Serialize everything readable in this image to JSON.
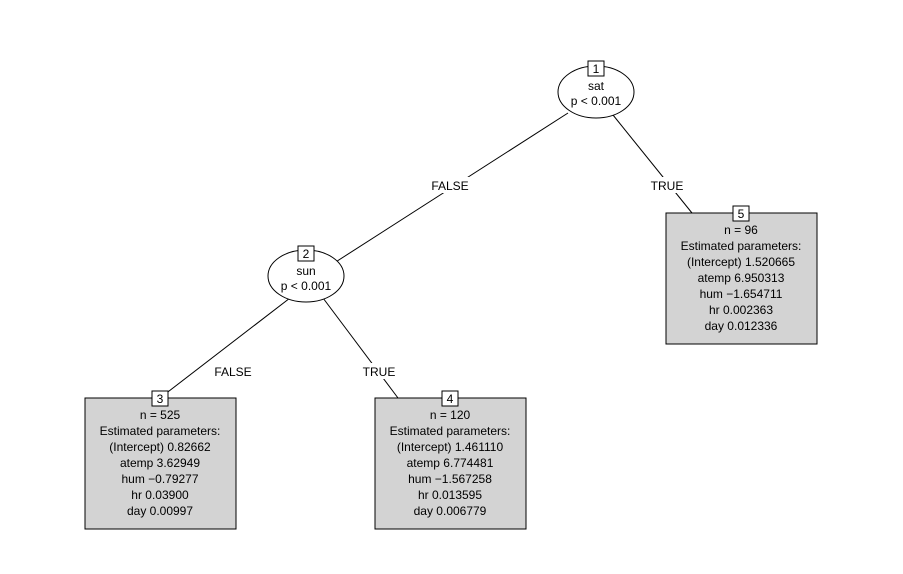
{
  "tree": {
    "inner_nodes": [
      {
        "id": "1",
        "variable": "sat",
        "p_value": "p < 0.001"
      },
      {
        "id": "2",
        "variable": "sun",
        "p_value": "p < 0.001"
      }
    ],
    "edges": [
      {
        "from": "1",
        "to": "2",
        "label": "FALSE"
      },
      {
        "from": "1",
        "to": "5",
        "label": "TRUE"
      },
      {
        "from": "2",
        "to": "3",
        "label": "FALSE"
      },
      {
        "from": "2",
        "to": "4",
        "label": "TRUE"
      }
    ],
    "terminal_nodes": [
      {
        "id": "3",
        "n": "n = 525",
        "heading": "Estimated parameters:",
        "params": [
          "(Intercept) 0.82662",
          "atemp 3.62949",
          "hum −0.79277",
          "hr 0.03900",
          "day 0.00997"
        ]
      },
      {
        "id": "4",
        "n": "n = 120",
        "heading": "Estimated parameters:",
        "params": [
          "(Intercept) 1.461110",
          "atemp 6.774481",
          "hum −1.567258",
          "hr 0.013595",
          "day 0.006779"
        ]
      },
      {
        "id": "5",
        "n": "n = 96",
        "heading": "Estimated parameters:",
        "params": [
          "(Intercept) 1.520665",
          "atemp 6.950313",
          "hum −1.654711",
          "hr 0.002363",
          "day 0.012336"
        ]
      }
    ],
    "colors": {
      "leaf_fill": "#d3d3d3",
      "line": "#000000",
      "background": "#ffffff"
    }
  }
}
